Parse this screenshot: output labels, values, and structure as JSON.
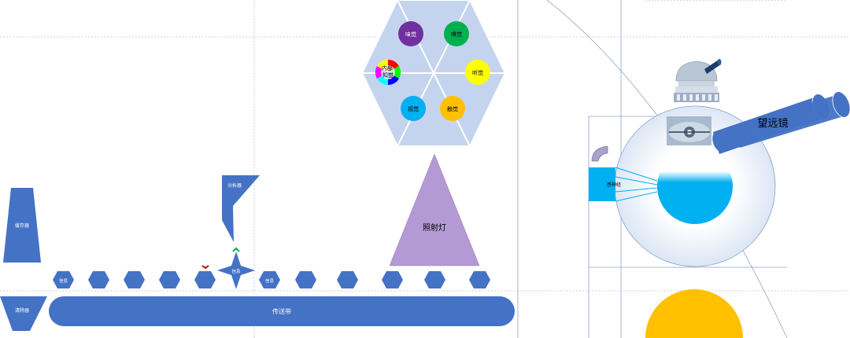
{
  "colors": {
    "primary_blue": "#4472C4",
    "hexagon_bg": "#C5D4EE",
    "spotlight_purple": "#B39AD4",
    "sky_blue": "#00B0F0",
    "yellow": "#FFC000",
    "purple": "#7030A0",
    "green": "#00B050",
    "light_yellow": "#FFFF00",
    "red": "#C00000",
    "grid_line": "#8EA3C8"
  },
  "labels": {
    "buffer": "缓存器",
    "cleaner": "清除器",
    "analyzer": "分析器",
    "conveyor": "传送带",
    "spotlight": "照射灯",
    "telescope": "望远镜",
    "nerve": "感神经",
    "info": "信息"
  },
  "senses": {
    "taste": "味觉",
    "smell": "嗅觉",
    "hearing": "听觉",
    "touch": "触觉",
    "vision": "视觉",
    "internal": "内部\n知觉"
  },
  "icons": {
    "observatory": "observatory-icon",
    "spectacles": "spectacles-icon",
    "pipe_elbow": "pipe-elbow-icon",
    "arrow_up": "chevron-up-icon",
    "arrow_down": "chevron-down-icon"
  }
}
